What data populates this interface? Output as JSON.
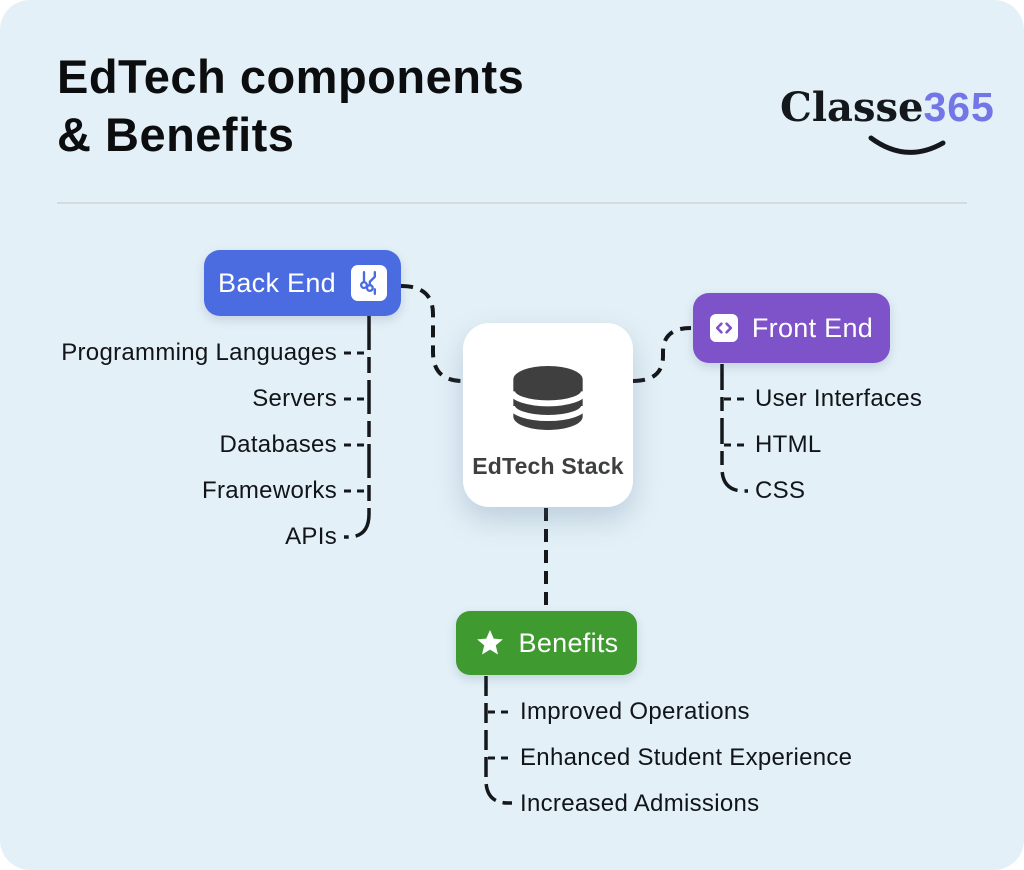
{
  "header": {
    "title_line1": "EdTech components",
    "title_line2": "& Benefits",
    "logo": {
      "brand": "Classe",
      "brand_number": "365"
    }
  },
  "diagram": {
    "center": {
      "label": "EdTech Stack",
      "icon": "database-icon"
    },
    "backend": {
      "label": "Back End",
      "icon": "circuit-icon",
      "color": "#4A6CE0",
      "items": [
        "Programming Languages",
        "Servers",
        "Databases",
        "Frameworks",
        "APIs"
      ]
    },
    "frontend": {
      "label": "Front End",
      "icon": "code-icon",
      "color": "#7E52C9",
      "items": [
        "User Interfaces",
        "HTML",
        "CSS"
      ]
    },
    "benefits": {
      "label": "Benefits",
      "icon": "star-icon",
      "color": "#3F9B30",
      "items": [
        "Improved Operations",
        "Enhanced Student Experience",
        "Increased Admissions"
      ]
    }
  },
  "colors": {
    "background": "#E3F0F7",
    "accent_blue": "#4A6CE0",
    "accent_purple": "#7E52C9",
    "accent_green": "#3F9B30",
    "logo_accent": "#7276E6",
    "connector_line": "#15181b"
  }
}
